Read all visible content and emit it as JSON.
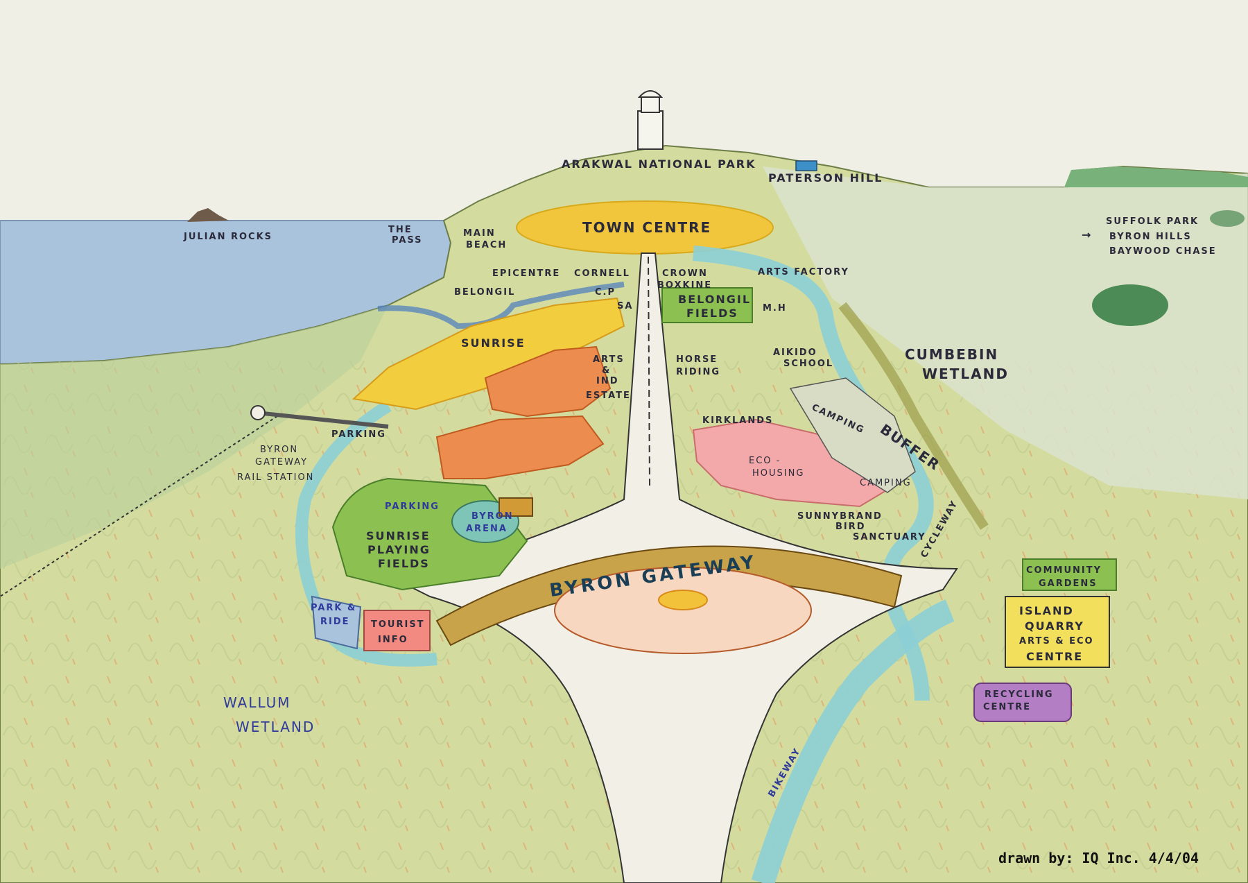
{
  "map": {
    "credit": "drawn by: IQ Inc. 4/4/04",
    "labels": {
      "arakwal": "ARAKWAL NATIONAL PARK",
      "paterson_hill": "PATERSON HILL",
      "julian_rocks": "JULIAN ROCKS",
      "the_pass": [
        "THE",
        "PASS"
      ],
      "main_beach": [
        "MAIN",
        "BEACH"
      ],
      "town_centre": "TOWN CENTRE",
      "suffolk": [
        "SUFFOLK PARK",
        "BYRON HILLS",
        "BAYWOOD CHASE"
      ],
      "epicentre": "EPICENTRE",
      "cornell": "CORNELL",
      "crown": "CROWN",
      "boxkine": "BOXKINE",
      "arts_factory": "ARTS FACTORY",
      "belongil": "BELONGIL",
      "cp": "C.P",
      "sa": "SA",
      "belongil_fields": [
        "BELONGIL",
        "FIELDS"
      ],
      "mh": "M.H",
      "sunrise": "SUNRISE",
      "arts_ind_estate": [
        "ARTS",
        "&",
        "IND",
        "ESTATE"
      ],
      "horse_riding": [
        "HORSE",
        "RIDING"
      ],
      "aikido_school": [
        "AIKIDO",
        "SCHOOL"
      ],
      "cumbebin_wetland": [
        "CUMBEBIN",
        "WETLAND"
      ],
      "kirklands": "KIRKLANDS",
      "camping_upper": "CAMPING",
      "buffer": "BUFFER",
      "parking_station": "PARKING",
      "rail_station": [
        "BYRON",
        "GATEWAY",
        "RAIL STATION"
      ],
      "eco_housing": [
        "ECO -",
        "HOUSING"
      ],
      "camping_lower": "CAMPING",
      "parking": "PARKING",
      "byron_arena": [
        "BYRON",
        "ARENA"
      ],
      "sunrise_fields": [
        "SUNRISE",
        "PLAYING",
        "FIELDS"
      ],
      "sunnybrand": [
        "SUNNYBRAND",
        "BIRD",
        "SANCTUARY"
      ],
      "cycleway": "CYCLEWAY",
      "byron_gateway": "BYRON GATEWAY",
      "community_gardens": [
        "COMMUNITY",
        "GARDENS"
      ],
      "island_quarry": [
        "ISLAND",
        "QUARRY",
        "ARTS & ECO",
        "CENTRE"
      ],
      "park_ride": [
        "PARK &",
        "RIDE"
      ],
      "tourist_info": [
        "TOURIST",
        "INFO"
      ],
      "recycling_centre": [
        "RECYCLING",
        "CENTRE"
      ],
      "wallum_wetland": [
        "WALLUM",
        "WETLAND"
      ],
      "bikeway": "BIKEWAY",
      "suffolk_arrow": "→"
    },
    "colors": {
      "paper": "#efefe6",
      "sea": "#a9c3dd",
      "land": "#d3dc9e",
      "green_field": "#8cc152",
      "town_centre": "#f1c63d",
      "orange_estate": "#ec8d4f",
      "eco_housing": "#f3a9a9",
      "waterway": "#8ccfd6",
      "gateway": "#c9a34a",
      "road": "#f2f0e6",
      "recycling": "#b37ec3",
      "island_quarry": "#f2df5c"
    }
  }
}
